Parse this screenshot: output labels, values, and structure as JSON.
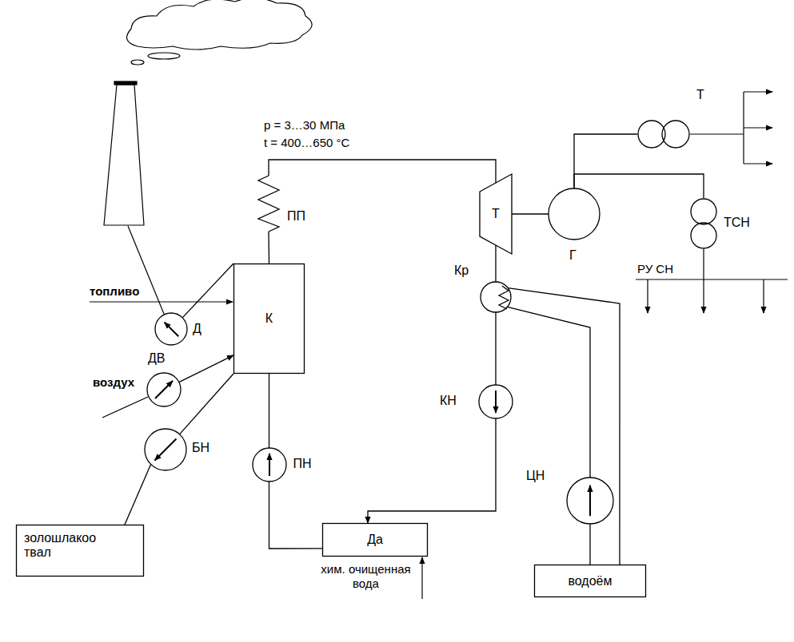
{
  "diagram": {
    "nodes": [
      {
        "text": [
          "Д"
        ]
      },
      {
        "text": [
          "ПП"
        ]
      },
      {
        "text": [
          "К"
        ]
      },
      {
        "text": [
          "ДВ"
        ]
      },
      {
        "text": [
          "БН"
        ]
      },
      {
        "text": [
          "золошлакоо твал"
        ]
      },
      {
        "text": [
          "ПН"
        ]
      },
      {
        "text": [
          "Да"
        ]
      },
      {
        "text": [
          "Т"
        ]
      },
      {
        "text": [
          "Г"
        ]
      },
      {
        "text": [
          "Т"
        ]
      },
      {
        "text": [
          "ТСН"
        ]
      },
      {
        "text": [
          "Кр"
        ]
      },
      {
        "text": [
          "КН"
        ]
      },
      {
        "text": [
          "ЦН"
        ]
      },
      {
        "text": [
          "водоём"
        ]
      }
    ],
    "edges": [
      {
        "from": 0,
        "to": 2,
        "arrow": "none"
      },
      {
        "from": 2,
        "to": 1,
        "arrow": "none"
      },
      {
        "from": 1,
        "to": 8,
        "arrow": "none"
      },
      {
        "from": 8,
        "to": 9,
        "arrow": "none"
      },
      {
        "from": 9,
        "to": 10,
        "arrow": "none"
      },
      {
        "from": 9,
        "to": 11,
        "arrow": "none"
      },
      {
        "from": 8,
        "to": 12,
        "arrow": "none"
      },
      {
        "from": 12,
        "to": 13,
        "arrow": "none"
      },
      {
        "from": 13,
        "to": 7,
        "arrow": "to"
      },
      {
        "from": 7,
        "to": 6,
        "arrow": "none"
      },
      {
        "from": 6,
        "to": 2,
        "arrow": "none"
      },
      {
        "from": 3,
        "to": 2,
        "arrow": "to"
      },
      {
        "from": 2,
        "to": 4,
        "arrow": "none"
      },
      {
        "from": 4,
        "to": 5,
        "arrow": "none"
      },
      {
        "from": 12,
        "to": 15,
        "arrow": "none"
      },
      {
        "from": 14,
        "to": 12,
        "arrow": "none"
      },
      {
        "from": 15,
        "to": 14,
        "arrow": "none"
      }
    ],
    "labels": [
      "p = 3…30 МПа",
      "t = 400…650 °C",
      "топливо",
      "воздух",
      "хим. очищенная вода",
      "РУ СН"
    ]
  }
}
